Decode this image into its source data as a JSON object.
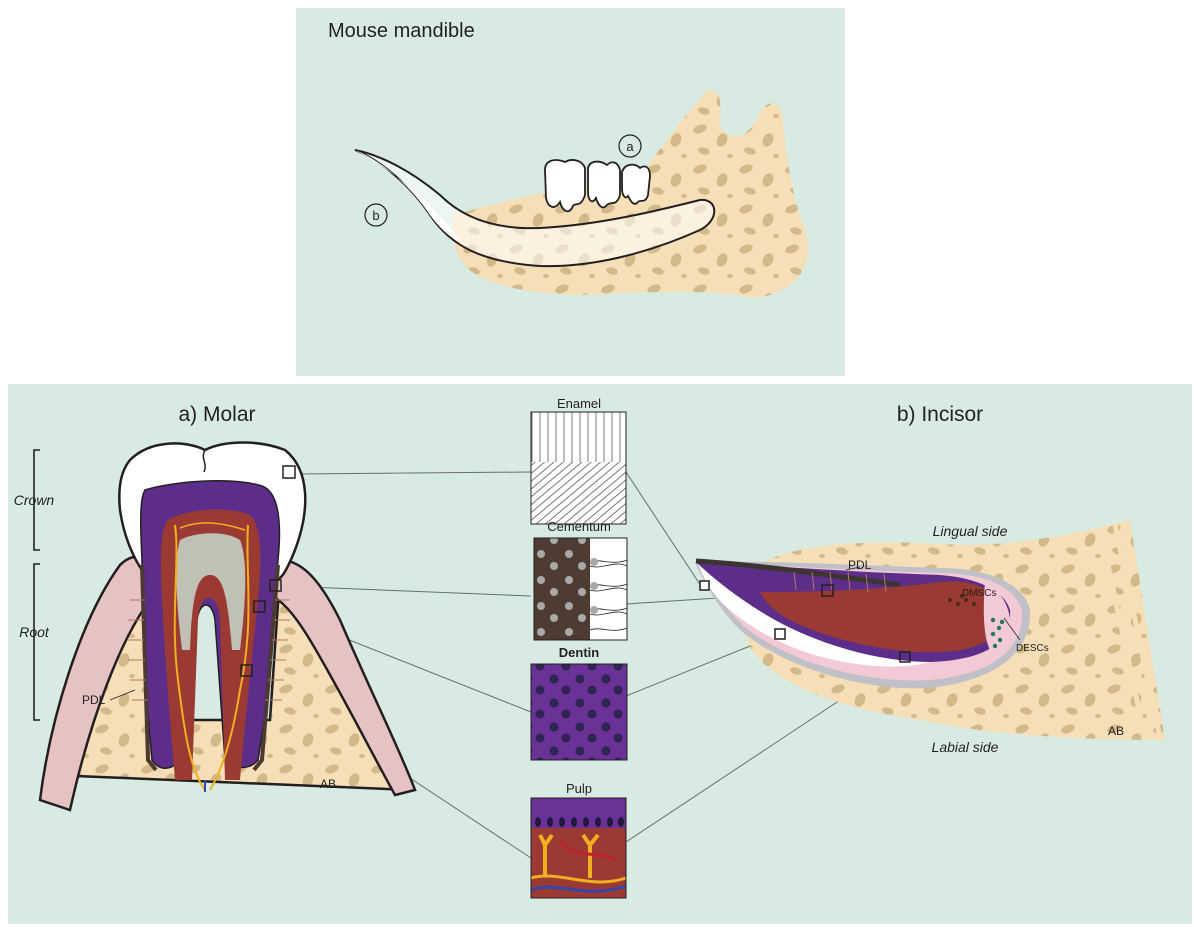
{
  "top_panel": {
    "title": "Mouse mandible",
    "marker_a": "a",
    "marker_b": "b"
  },
  "molar": {
    "title": "a) Molar",
    "crown_label": "Crown",
    "root_label": "Root",
    "pdl_label": "PDL",
    "ab_label": "AB"
  },
  "tissues": {
    "enamel": "Enamel",
    "cementum": "Cementum",
    "dentin": "Dentin",
    "pulp": "Pulp"
  },
  "incisor": {
    "title": "b) Incisor",
    "lingual": "Lingual side",
    "labial": "Labial side",
    "pdl_label": "PDL",
    "dmscs": "DMSCs",
    "descs": "DESCs",
    "ab_label": "AB"
  },
  "colors": {
    "panel_bg": "#d8ebe3",
    "bone": "#f6dfb7",
    "bone_spot": "#d2b98a",
    "enamel": "#ffffff",
    "dentin": "#5c2e8a",
    "pulp": "#9a3a32",
    "cementum": "#4a3a32",
    "gum": "#e6c2c2",
    "vessel": "#f0b020"
  }
}
